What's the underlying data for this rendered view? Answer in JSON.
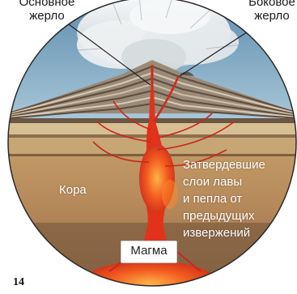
{
  "labels": {
    "main_vent_line1": "Основное",
    "main_vent_line2": "жерло",
    "side_vent_line1": "Боковое",
    "side_vent_line2": "жерло",
    "layers_line1": "Затвердевшие",
    "layers_line2": "слои лавы",
    "layers_line3": "и пепла от",
    "layers_line4": "предыдущих",
    "layers_line5": "извержений",
    "crust": "Кора",
    "magma": "Магма"
  },
  "page_number": "14",
  "colors": {
    "sky": "#8fb7cf",
    "ash": "#e8ecee",
    "magma": "#e2321a",
    "magma_core": "#ff8a2a",
    "crust": "#b98d55",
    "layers": "#7a6350"
  }
}
